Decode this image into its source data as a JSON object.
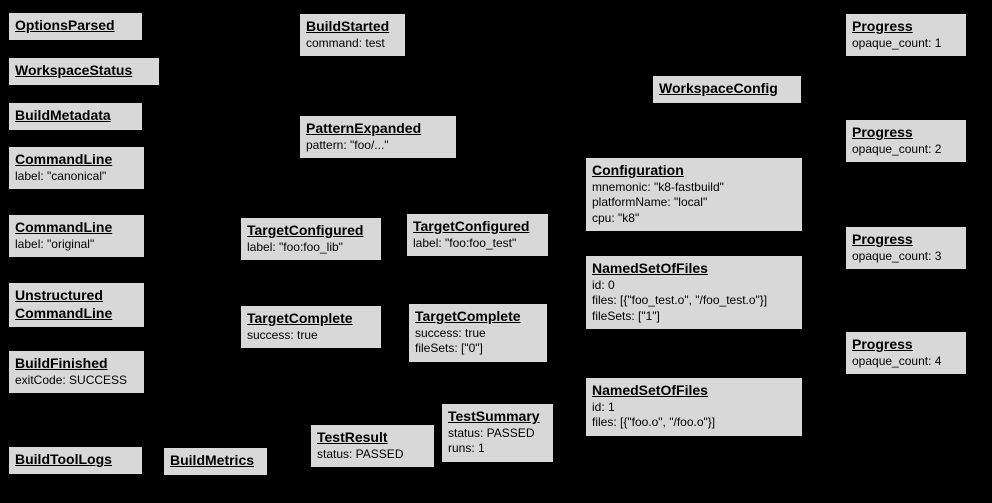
{
  "diagram": {
    "colors": {
      "background": "#000000",
      "node_fill": "#d8d8d8",
      "node_text": "#000000"
    },
    "nodes": [
      {
        "title": "OptionsParsed",
        "lines": []
      },
      {
        "title": "WorkspaceStatus",
        "lines": []
      },
      {
        "title": "BuildMetadata",
        "lines": []
      },
      {
        "title": "CommandLine",
        "lines": [
          "label: \"canonical\""
        ]
      },
      {
        "title": "CommandLine",
        "lines": [
          "label: \"original\""
        ]
      },
      {
        "title": "Unstructured CommandLine",
        "lines": []
      },
      {
        "title": "BuildFinished",
        "lines": [
          "exitCode: SUCCESS"
        ]
      },
      {
        "title": "BuildToolLogs",
        "lines": []
      },
      {
        "title": "BuildMetrics",
        "lines": []
      },
      {
        "title": "BuildStarted",
        "lines": [
          "command: test"
        ]
      },
      {
        "title": "PatternExpanded",
        "lines": [
          "pattern: \"foo/...\""
        ]
      },
      {
        "title": "TargetConfigured",
        "lines": [
          "label: \"foo:foo_lib\""
        ]
      },
      {
        "title": "TargetConfigured",
        "lines": [
          "label: \"foo:foo_test\""
        ]
      },
      {
        "title": "TargetComplete",
        "lines": [
          "success: true"
        ]
      },
      {
        "title": "TargetComplete",
        "lines": [
          "success: true",
          "fileSets: [\"0\"]"
        ]
      },
      {
        "title": "TestResult",
        "lines": [
          "status: PASSED"
        ]
      },
      {
        "title": "TestSummary",
        "lines": [
          "status: PASSED",
          "runs: 1"
        ]
      },
      {
        "title": "WorkspaceConfig",
        "lines": []
      },
      {
        "title": "Configuration",
        "lines": [
          "mnemonic: \"k8-fastbuild\"",
          "platformName: \"local\"",
          "cpu: \"k8\""
        ]
      },
      {
        "title": "NamedSetOfFiles",
        "lines": [
          "id: 0",
          "files: [{\"foo_test.o\", \"/foo_test.o\"}]",
          "fileSets: [\"1\"]"
        ]
      },
      {
        "title": "NamedSetOfFiles",
        "lines": [
          "id: 1",
          "files: [{\"foo.o\", \"/foo.o\"}]"
        ]
      },
      {
        "title": "Progress",
        "lines": [
          "opaque_count: 1"
        ]
      },
      {
        "title": "Progress",
        "lines": [
          "opaque_count: 2"
        ]
      },
      {
        "title": "Progress",
        "lines": [
          "opaque_count: 3"
        ]
      },
      {
        "title": "Progress",
        "lines": [
          "opaque_count: 4"
        ]
      }
    ]
  }
}
